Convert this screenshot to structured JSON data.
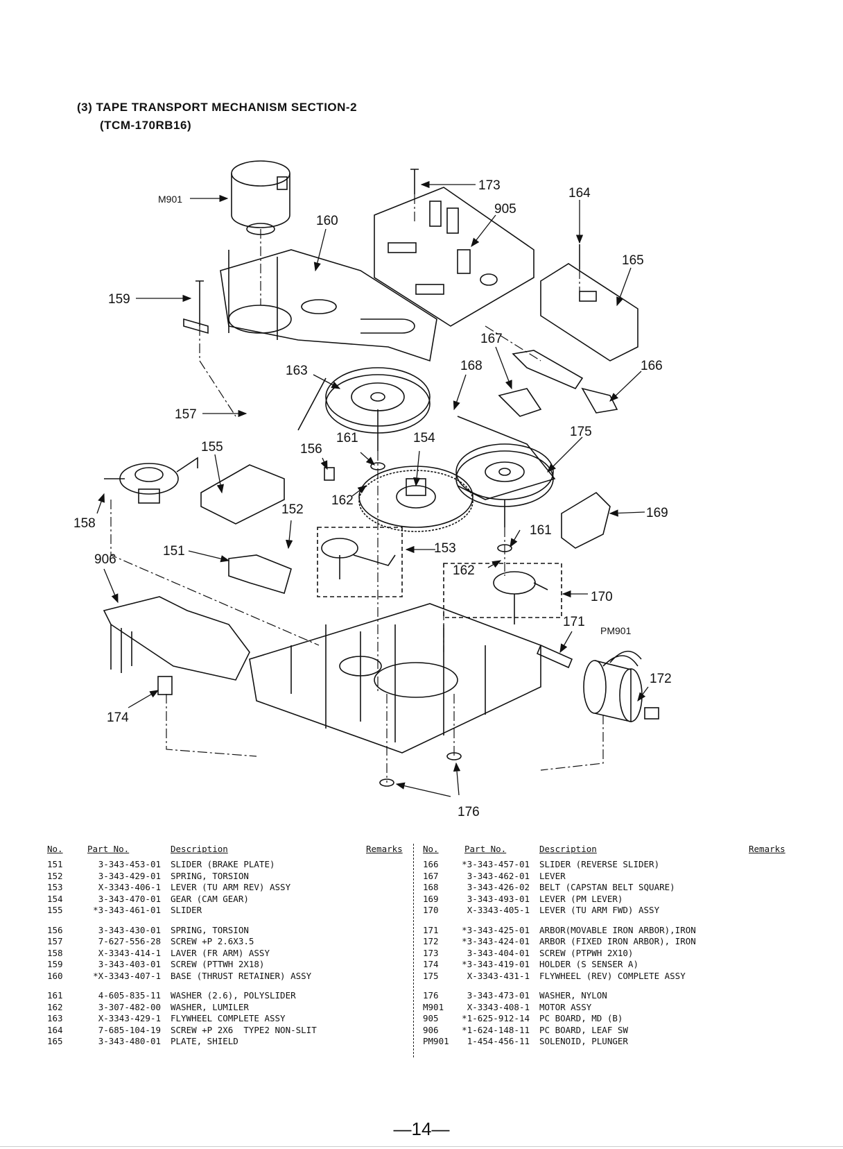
{
  "section": {
    "title": "(3) TAPE TRANSPORT MECHANISM SECTION-2",
    "subtitle": "(TCM-170RB16)"
  },
  "callouts": {
    "c173": "173",
    "c905": "905",
    "c164": "164",
    "c165": "165",
    "cM901": "M901",
    "c160": "160",
    "c159": "159",
    "c167": "167",
    "c168": "168",
    "c166": "166",
    "c163": "163",
    "c157": "157",
    "c175": "175",
    "c155": "155",
    "c156": "156",
    "c161a": "161",
    "c154": "154",
    "c169": "169",
    "c162a": "162",
    "c152": "152",
    "c158": "158",
    "c161b": "161",
    "c153": "153",
    "c151": "151",
    "c906": "906",
    "c162b": "162",
    "c170": "170",
    "c171": "171",
    "cPM901": "PM901",
    "c172": "172",
    "c174": "174",
    "c176": "176"
  },
  "table_headers": {
    "no": "No.",
    "part_no": "Part No.",
    "description": "Description",
    "remarks": "Remarks"
  },
  "parts_left": [
    {
      "no": "151",
      "part": "3-343-453-01",
      "desc": "SLIDER (BRAKE PLATE)"
    },
    {
      "no": "152",
      "part": "3-343-429-01",
      "desc": "SPRING, TORSION"
    },
    {
      "no": "153",
      "part": "X-3343-406-1",
      "desc": "LEVER (TU ARM REV) ASSY"
    },
    {
      "no": "154",
      "part": "3-343-470-01",
      "desc": "GEAR (CAM GEAR)"
    },
    {
      "no": "155",
      "part": "*3-343-461-01",
      "desc": "SLIDER"
    },
    {
      "no": "156",
      "part": "3-343-430-01",
      "desc": "SPRING, TORSION"
    },
    {
      "no": "157",
      "part": "7-627-556-28",
      "desc": "SCREW +P 2.6X3.5"
    },
    {
      "no": "158",
      "part": "X-3343-414-1",
      "desc": "LAVER (FR ARM) ASSY"
    },
    {
      "no": "159",
      "part": "3-343-403-01",
      "desc": "SCREW (PTTWH 2X18)"
    },
    {
      "no": "160",
      "part": "*X-3343-407-1",
      "desc": "BASE (THRUST RETAINER) ASSY"
    },
    {
      "no": "161",
      "part": "4-605-835-11",
      "desc": "WASHER (2.6), POLYSLIDER"
    },
    {
      "no": "162",
      "part": "3-307-482-00",
      "desc": "WASHER, LUMILER"
    },
    {
      "no": "163",
      "part": "X-3343-429-1",
      "desc": "FLYWHEEL COMPLETE ASSY"
    },
    {
      "no": "164",
      "part": "7-685-104-19",
      "desc": "SCREW +P 2X6  TYPE2 NON-SLIT"
    },
    {
      "no": "165",
      "part": "3-343-480-01",
      "desc": "PLATE, SHIELD"
    }
  ],
  "parts_right": [
    {
      "no": "166",
      "part": "*3-343-457-01",
      "desc": "SLIDER (REVERSE SLIDER)"
    },
    {
      "no": "167",
      "part": "3-343-462-01",
      "desc": "LEVER"
    },
    {
      "no": "168",
      "part": "3-343-426-02",
      "desc": "BELT (CAPSTAN BELT SQUARE)"
    },
    {
      "no": "169",
      "part": "3-343-493-01",
      "desc": "LEVER (PM LEVER)"
    },
    {
      "no": "170",
      "part": "X-3343-405-1",
      "desc": "LEVER (TU ARM FWD) ASSY"
    },
    {
      "no": "171",
      "part": "*3-343-425-01",
      "desc": "ARBOR(MOVABLE IRON ARBOR),IRON"
    },
    {
      "no": "172",
      "part": "*3-343-424-01",
      "desc": "ARBOR (FIXED IRON ARBOR), IRON"
    },
    {
      "no": "173",
      "part": "3-343-404-01",
      "desc": "SCREW (PTPWH 2X10)"
    },
    {
      "no": "174",
      "part": "*3-343-419-01",
      "desc": "HOLDER (S SENSER A)"
    },
    {
      "no": "175",
      "part": "X-3343-431-1",
      "desc": "FLYWHEEL (REV) COMPLETE ASSY"
    },
    {
      "no": "176",
      "part": "3-343-473-01",
      "desc": "WASHER, NYLON"
    },
    {
      "no": "M901",
      "part": "X-3343-408-1",
      "desc": "MOTOR ASSY"
    },
    {
      "no": "905",
      "part": "*1-625-912-14",
      "desc": "PC BOARD, MD (B)"
    },
    {
      "no": "906",
      "part": "*1-624-148-11",
      "desc": "PC BOARD, LEAF SW"
    },
    {
      "no": "PM901",
      "part": "1-454-456-11",
      "desc": "SOLENOID, PLUNGER"
    }
  ],
  "page_number": "—14—"
}
